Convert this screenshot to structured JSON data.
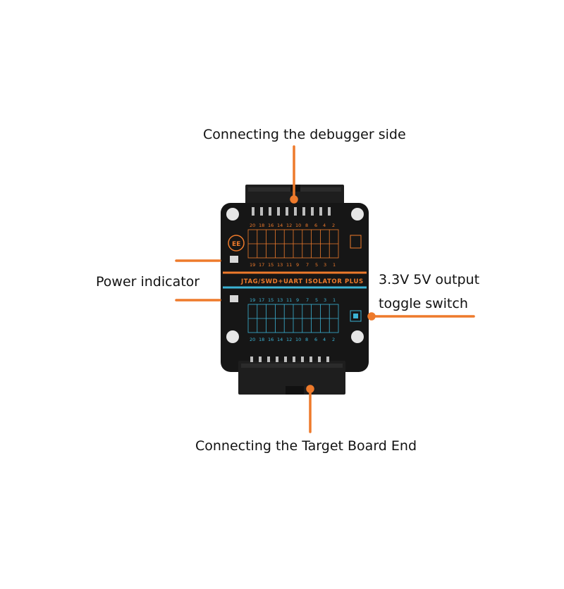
{
  "callouts": {
    "debugger": "Connecting the debugger side",
    "power": "Power indicator",
    "output_line1": "3.3V 5V output",
    "output_line2": "toggle switch",
    "target": "Connecting the Target Board End"
  },
  "board": {
    "title": "JTAG/SWD+UART ISOLATOR PLUS",
    "logo": "EE",
    "top_even_pins": [
      "20",
      "18",
      "16",
      "14",
      "12",
      "10",
      "8",
      "6",
      "4",
      "2"
    ],
    "top_odd_pins": [
      "19",
      "17",
      "15",
      "13",
      "11",
      "9",
      "7",
      "5",
      "3",
      "1"
    ],
    "bottom_odd_pins": [
      "19",
      "17",
      "15",
      "13",
      "11",
      "9",
      "7",
      "5",
      "3",
      "1"
    ],
    "bottom_even_pins": [
      "20",
      "18",
      "16",
      "14",
      "12",
      "10",
      "8",
      "6",
      "4",
      "2"
    ]
  },
  "colors": {
    "accent_orange": "#ee7a2b",
    "accent_cyan": "#3bb3d4",
    "pcb_black": "#161616",
    "connector_black": "#1e1e1e"
  }
}
